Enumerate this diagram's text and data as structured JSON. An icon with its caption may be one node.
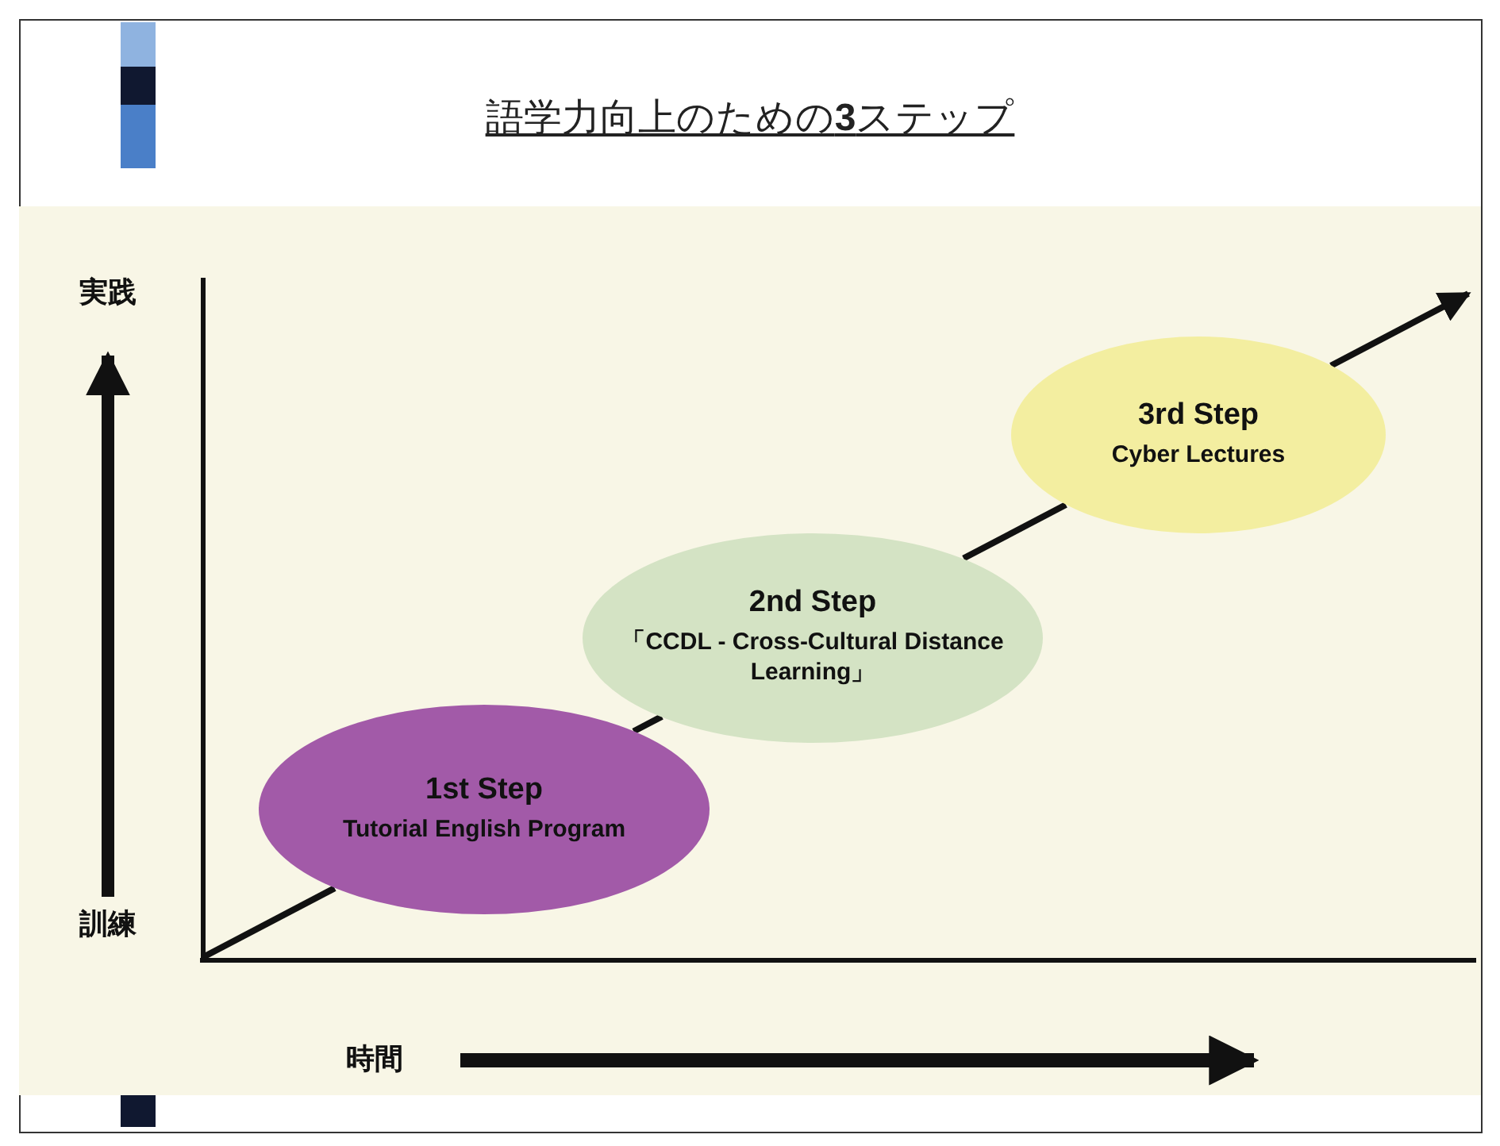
{
  "diagram": {
    "title": "語学力向上のための**3**ステップ",
    "nodes": [
      {
        "text": [
          "1st Step",
          "Tutorial English Program"
        ]
      },
      {
        "text": [
          "2nd Step",
          "「CCDL - Cross-Cultural Distance Learning」"
        ]
      },
      {
        "text": [
          "3rd Step",
          "Cyber Lectures"
        ]
      }
    ],
    "edges": [
      {
        "from": null,
        "to": 0,
        "arrow": "none"
      },
      {
        "from": 0,
        "to": 1,
        "arrow": "none"
      },
      {
        "from": 1,
        "to": 2,
        "arrow": "none"
      },
      {
        "from": 2,
        "to": null,
        "arrow": "to"
      }
    ],
    "labels": [
      "実践",
      "訓練",
      "時間"
    ]
  }
}
